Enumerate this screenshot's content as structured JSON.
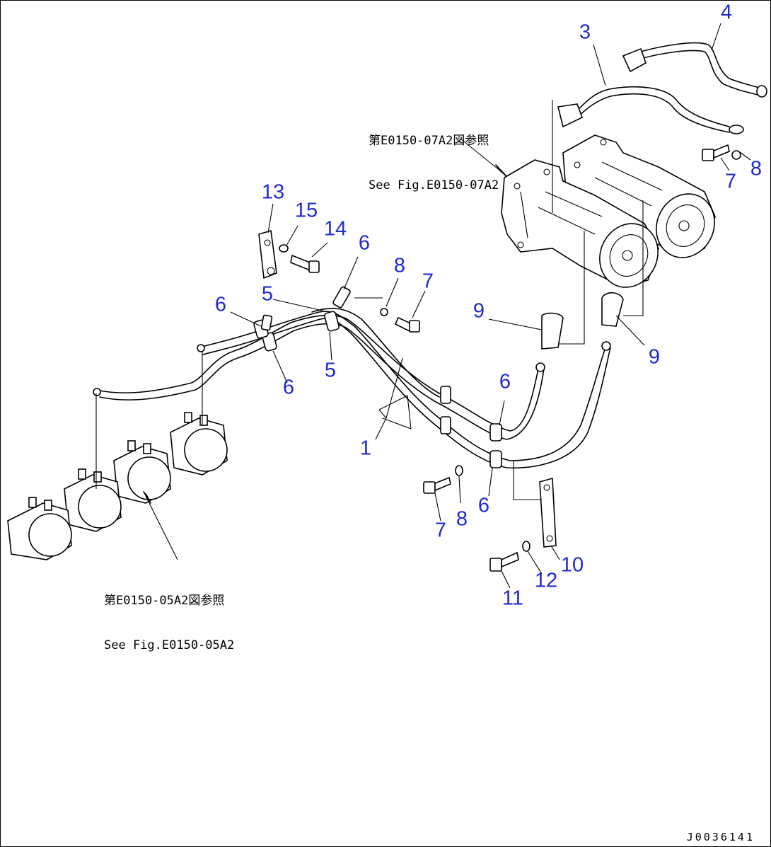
{
  "diagram": {
    "callouts": [
      {
        "id": "1",
        "label": "1"
      },
      {
        "id": "3",
        "label": "3"
      },
      {
        "id": "4",
        "label": "4"
      },
      {
        "id": "5a",
        "label": "5"
      },
      {
        "id": "5b",
        "label": "5"
      },
      {
        "id": "6a",
        "label": "6"
      },
      {
        "id": "6b",
        "label": "6"
      },
      {
        "id": "6c",
        "label": "6"
      },
      {
        "id": "6d",
        "label": "6"
      },
      {
        "id": "6e",
        "label": "6"
      },
      {
        "id": "7a",
        "label": "7"
      },
      {
        "id": "7b",
        "label": "7"
      },
      {
        "id": "7c",
        "label": "7"
      },
      {
        "id": "8a",
        "label": "8"
      },
      {
        "id": "8b",
        "label": "8"
      },
      {
        "id": "8c",
        "label": "8"
      },
      {
        "id": "9a",
        "label": "9"
      },
      {
        "id": "9b",
        "label": "9"
      },
      {
        "id": "10",
        "label": "10"
      },
      {
        "id": "11",
        "label": "11"
      },
      {
        "id": "12",
        "label": "12"
      },
      {
        "id": "13",
        "label": "13"
      },
      {
        "id": "14",
        "label": "14"
      },
      {
        "id": "15",
        "label": "15"
      }
    ],
    "references": {
      "upper": {
        "jp": "第E0150-07A2図参照",
        "en": "See Fig.E0150-07A2"
      },
      "lower": {
        "jp": "第E0150-05A2図参照",
        "en": "See Fig.E0150-05A2"
      }
    },
    "drawing_id": "J0036141",
    "colors": {
      "callout": "#1d2bd0",
      "line": "#000000"
    }
  }
}
